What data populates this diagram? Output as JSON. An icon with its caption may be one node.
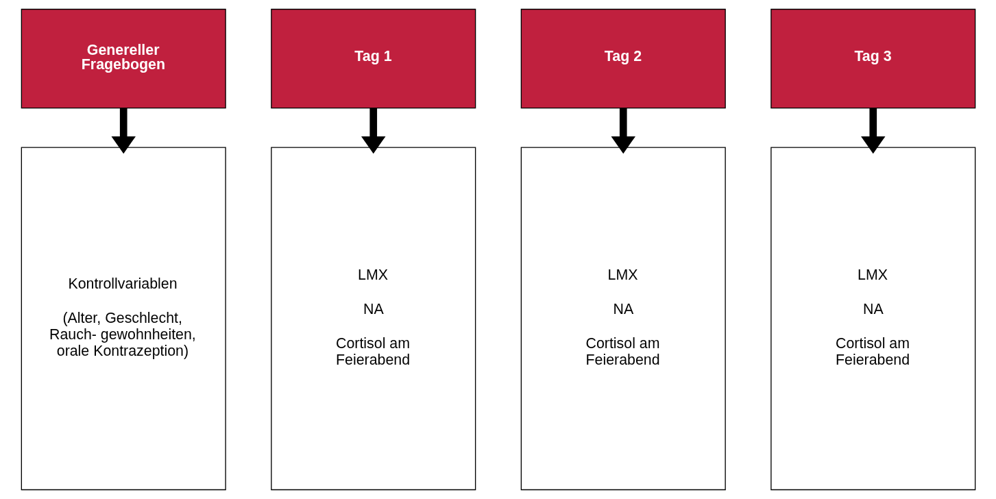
{
  "diagram": {
    "nodes": [
      {
        "text": [
          "Genereller Fragebogen"
        ]
      },
      {
        "text": [
          "Tag 1"
        ]
      },
      {
        "text": [
          "Tag 2"
        ]
      },
      {
        "text": [
          "Tag 3"
        ]
      },
      {
        "text": [
          "Kontrollvariablen",
          "(Alter, Geschlecht, Rauch- gewohnheiten, orale Kontrazeption)"
        ]
      },
      {
        "text": [
          "LMX",
          "NA",
          "Cortisol am Feierabend"
        ]
      },
      {
        "text": [
          "LMX",
          "NA",
          "Cortisol am Feierabend"
        ]
      },
      {
        "text": [
          "LMX",
          "NA",
          "Cortisol am Feierabend"
        ]
      }
    ],
    "edges": [
      {
        "from": 0,
        "to": 4,
        "arrow": "to"
      },
      {
        "from": 1,
        "to": 5,
        "arrow": "to"
      },
      {
        "from": 2,
        "to": 6,
        "arrow": "to"
      },
      {
        "from": 3,
        "to": 7,
        "arrow": "to"
      }
    ]
  }
}
